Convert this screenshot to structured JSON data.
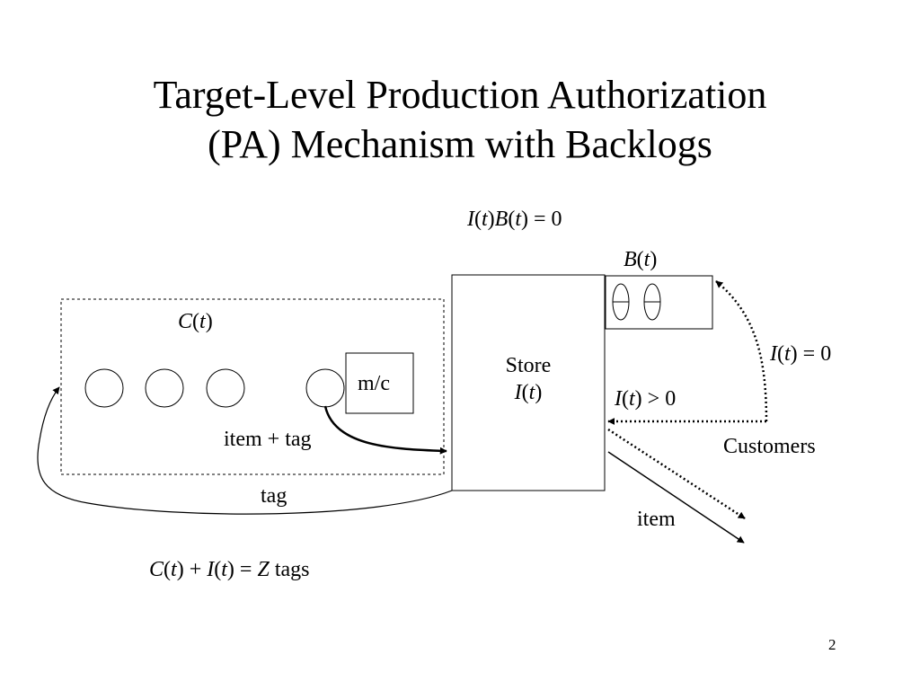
{
  "slide": {
    "title_line1": "Target-Level Production Authorization",
    "title_line2": "(PA) Mechanism with Backlogs",
    "slide_number": "2"
  },
  "diagram": {
    "top_formula": {
      "i": "I",
      "t1": "t",
      "b": "B",
      "t2": "t",
      "rhs": "= 0"
    },
    "backlog_label": {
      "b": "B",
      "t": "t"
    },
    "queue_label": {
      "c": "C",
      "t": "t"
    },
    "machine_label": "m/c",
    "store": {
      "name": "Store",
      "i": "I",
      "t": "t"
    },
    "item_tag_label": "item + tag",
    "tag_label": "tag",
    "condition_zero": {
      "i": "I",
      "t": "t",
      "rhs": "= 0"
    },
    "condition_positive": {
      "i": "I",
      "t": "t",
      "rhs": "> 0"
    },
    "customers_label": "Customers",
    "item_label": "item",
    "constraint": {
      "c": "C",
      "t1": "t",
      "plus": "+",
      "i": "I",
      "t2": "t",
      "eq": "=",
      "z": "Z",
      "tags": "tags"
    }
  }
}
